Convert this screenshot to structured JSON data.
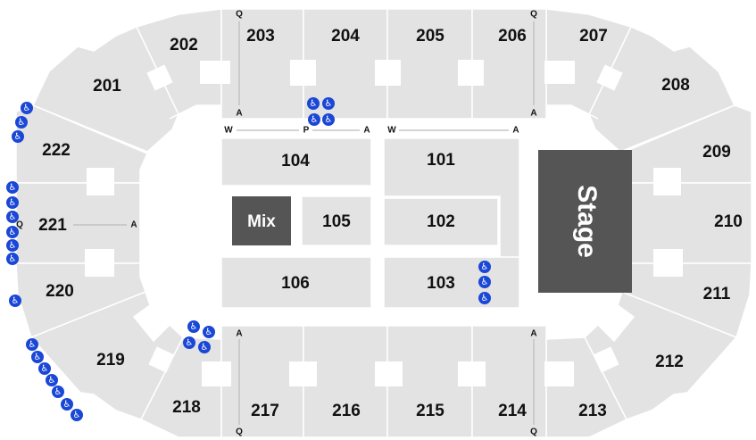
{
  "sections": {
    "s201": "201",
    "s202": "202",
    "s203": "203",
    "s204": "204",
    "s205": "205",
    "s206": "206",
    "s207": "207",
    "s208": "208",
    "s209": "209",
    "s210": "210",
    "s211": "211",
    "s212": "212",
    "s213": "213",
    "s214": "214",
    "s215": "215",
    "s216": "216",
    "s217": "217",
    "s218": "218",
    "s219": "219",
    "s220": "220",
    "s221": "221",
    "s222": "222",
    "s101": "101",
    "s102": "102",
    "s103": "103",
    "s104": "104",
    "s105": "105",
    "s106": "106"
  },
  "mix": "Mix",
  "stage": "Stage",
  "rows": {
    "q": "Q",
    "a": "A",
    "w": "W",
    "p": "P"
  },
  "colors": {
    "section": "#e3e3e3",
    "stage": "#555555",
    "accessible": "#1a47d6"
  },
  "icons": {
    "accessible": "wheelchair-icon",
    "glyph": "♿"
  }
}
